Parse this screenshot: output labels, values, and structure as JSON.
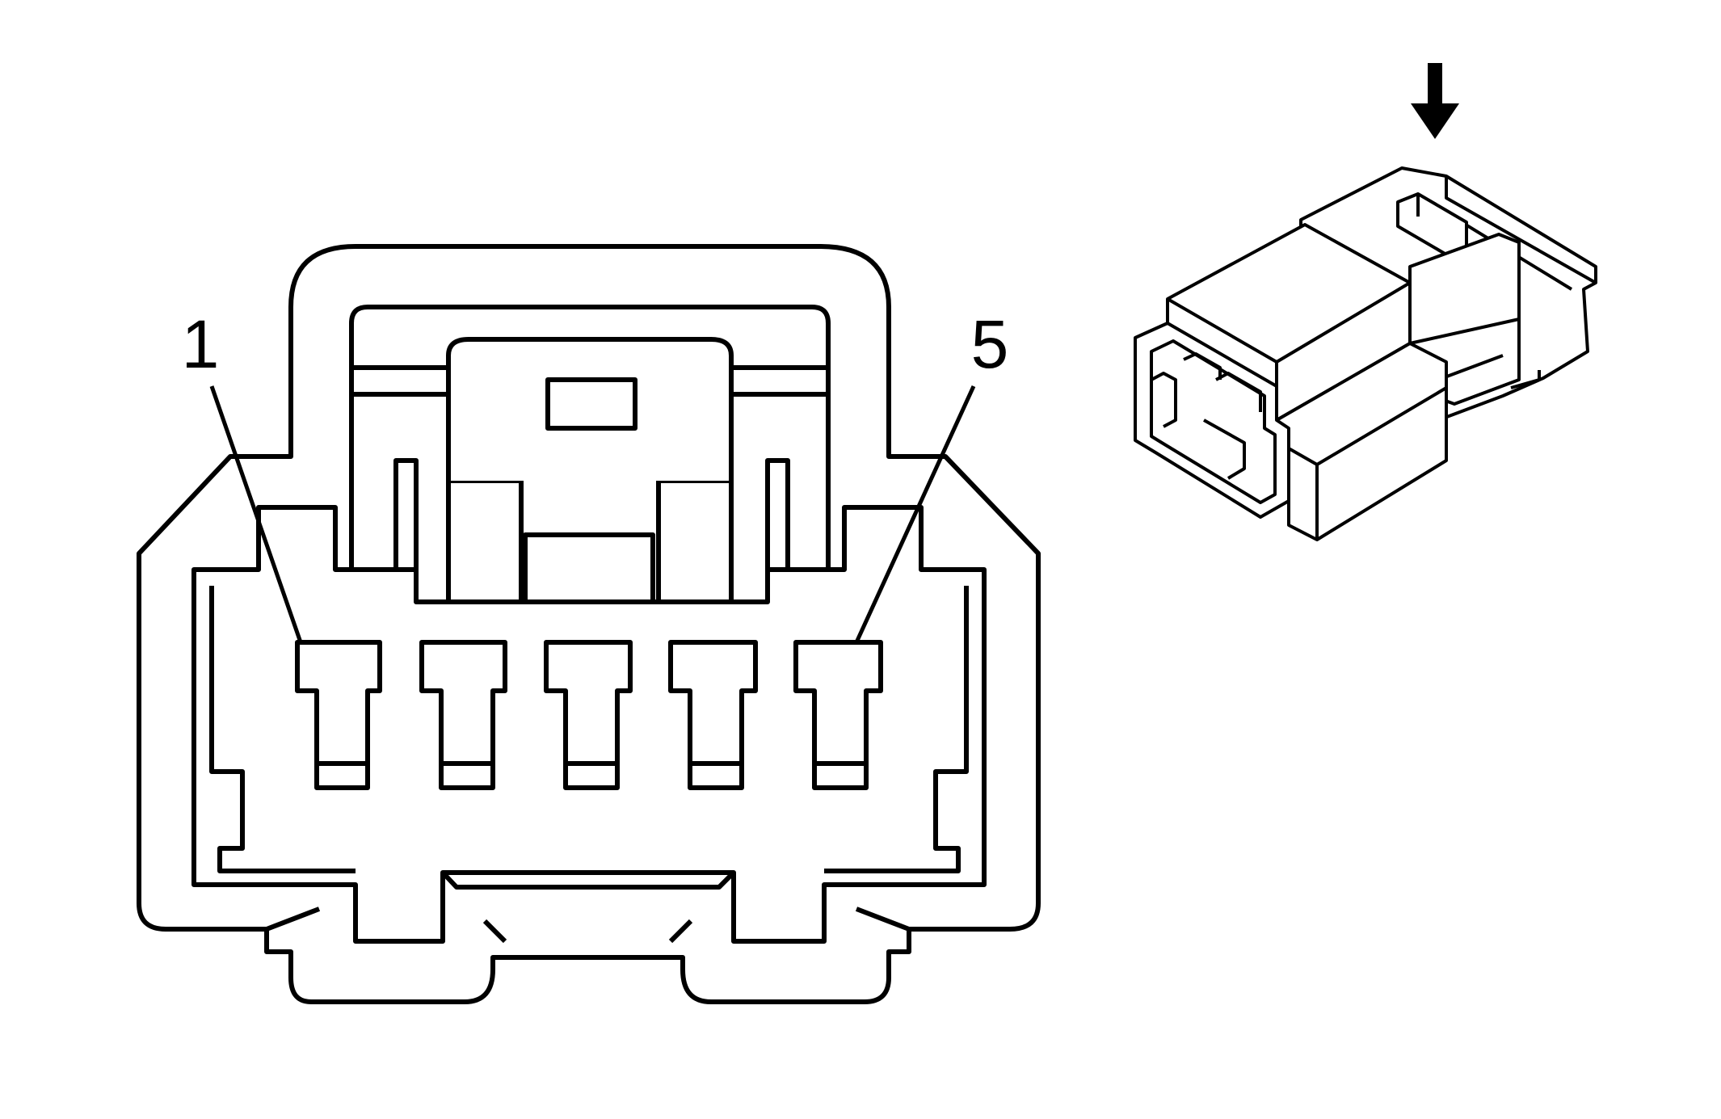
{
  "labels": {
    "pin_first": "1",
    "pin_last": "5"
  },
  "colors": {
    "stroke": "#000000",
    "fill": "#ffffff"
  },
  "connector": {
    "terminal_count": 5
  },
  "icons": {
    "direction_arrow": "down-arrow-icon"
  }
}
